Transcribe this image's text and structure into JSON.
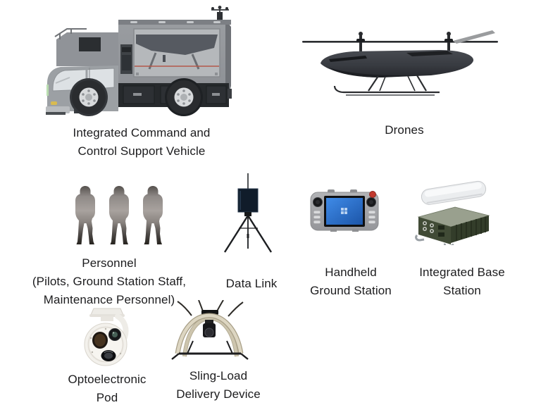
{
  "page": {
    "background": "#ffffff",
    "text_color": "#1c1c1e"
  },
  "items": {
    "command_vehicle": {
      "icon": "command-truck-illustration",
      "label": "Integrated Command and\nControl Support Vehicle"
    },
    "drones": {
      "icon": "tandem-rotor-drone-illustration",
      "label": "Drones"
    },
    "personnel": {
      "icon": "soldier-silhouettes-illustration",
      "label": "Personnel\n(Pilots, Ground Station Staff,\nMaintenance Personnel)"
    },
    "data_link": {
      "icon": "tripod-antenna-illustration",
      "label": "Data Link"
    },
    "handheld_ground_station": {
      "icon": "handheld-controller-illustration",
      "label": "Handheld\nGround Station"
    },
    "integrated_base_station": {
      "icon": "base-station-box-illustration",
      "label": "Integrated Base\nStation"
    },
    "optoelectronic_pod": {
      "icon": "gimbal-camera-illustration",
      "label": "Optoelectronic\nPod"
    },
    "sling_load_delivery_device": {
      "icon": "sling-load-frame-illustration",
      "label": "Sling-Load\nDelivery Device"
    }
  }
}
